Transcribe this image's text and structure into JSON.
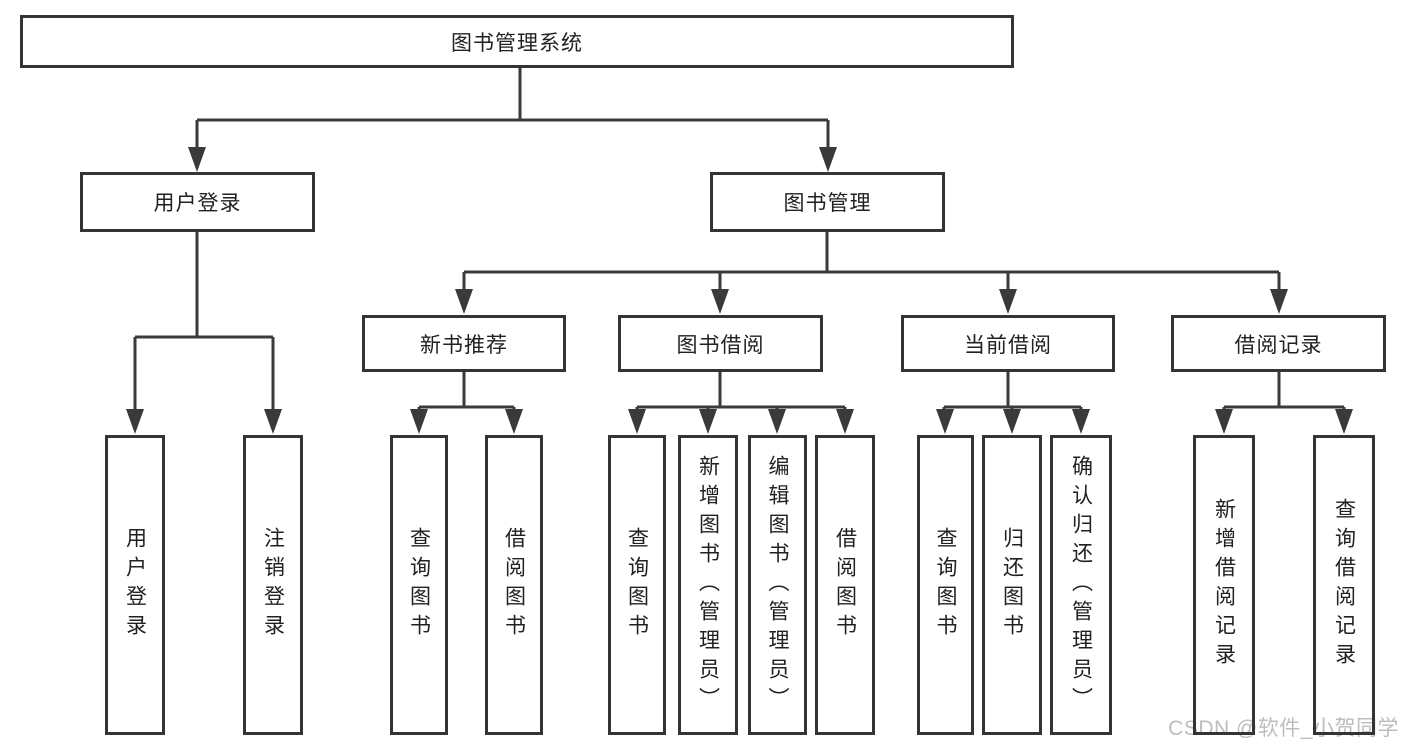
{
  "colors": {
    "line": "#3a3a3a",
    "border": "#343434",
    "text": "#212121",
    "watermark": "#bdbdbd",
    "bg": "#ffffff"
  },
  "tree": {
    "label": "图书管理系统",
    "children": [
      {
        "label": "用户登录",
        "children": [
          {
            "label": "用户登录"
          },
          {
            "label": "注销登录"
          }
        ]
      },
      {
        "label": "图书管理",
        "children": [
          {
            "label": "新书推荐",
            "children": [
              {
                "label": "查询图书"
              },
              {
                "label": "借阅图书"
              }
            ]
          },
          {
            "label": "图书借阅",
            "children": [
              {
                "label": "查询图书"
              },
              {
                "label": "新增图书（管理员）"
              },
              {
                "label": "编辑图书（管理员）"
              },
              {
                "label": "借阅图书"
              }
            ]
          },
          {
            "label": "当前借阅",
            "children": [
              {
                "label": "查询图书"
              },
              {
                "label": "归还图书"
              },
              {
                "label": "确认归还（管理员）"
              }
            ]
          },
          {
            "label": "借阅记录",
            "children": [
              {
                "label": "新增借阅记录"
              },
              {
                "label": "查询借阅记录"
              }
            ]
          }
        ]
      }
    ]
  },
  "watermark": {
    "text": "CSDN @软件_小贺同学"
  }
}
